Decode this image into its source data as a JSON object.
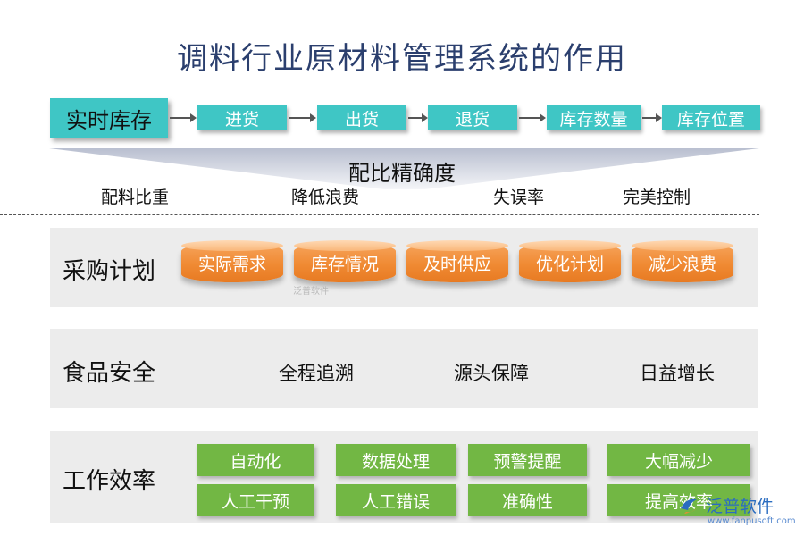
{
  "title": "调料行业原材料管理系统的作用",
  "flow": {
    "start": "实时库存",
    "steps": [
      "进货",
      "出货",
      "退货",
      "库存数量",
      "库存位置"
    ]
  },
  "accuracy": {
    "label": "配比精确度",
    "items": [
      "配料比重",
      "降低浪费",
      "失误率",
      "完美控制"
    ]
  },
  "purchase": {
    "label": "采购计划",
    "items": [
      "实际需求",
      "库存情况",
      "及时供应",
      "优化计划",
      "减少浪费"
    ],
    "watermark": "泛普软件"
  },
  "food_safety": {
    "label": "食品安全",
    "items": [
      "全程追溯",
      "源头保障",
      "日益增长"
    ]
  },
  "efficiency": {
    "label": "工作效率",
    "row1": [
      "自动化",
      "数据处理",
      "预警提醒",
      "大幅减少"
    ],
    "row2": [
      "人工干预",
      "人工错误",
      "准确性",
      "提高效率"
    ]
  },
  "logo": {
    "name": "泛普软件",
    "url": "www.fanpusoft.com"
  },
  "colors": {
    "teal": "#3fc6c5",
    "orange": "#f08a33",
    "green": "#72b744",
    "section_bg": "#ececec",
    "title": "#2b3f6e"
  }
}
